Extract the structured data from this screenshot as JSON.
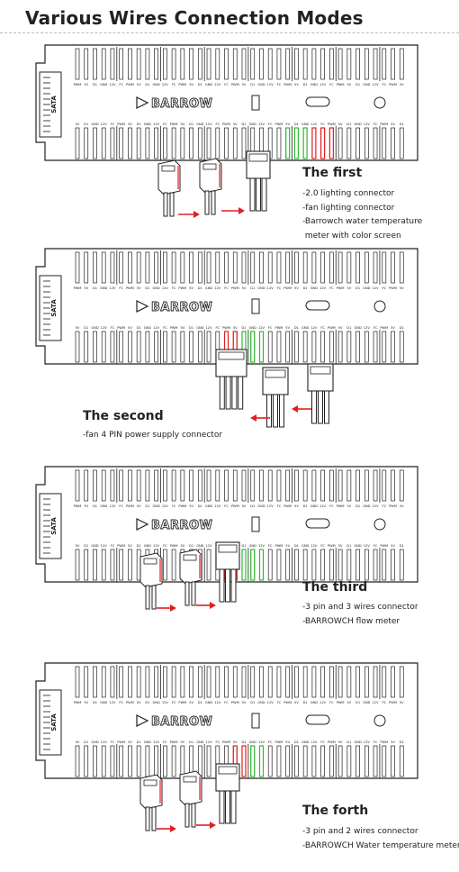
{
  "title": "Various Wires Connection Modes",
  "board": {
    "side_label": "SATA",
    "brand": "BARROW",
    "top_pin_labels": [
      "PWM",
      "5V",
      "D1",
      "GND",
      "12V",
      "FC",
      "PWM",
      "5V",
      "D1",
      "GND",
      "12V",
      "FC",
      "PWM",
      "5V",
      "D1",
      "GND",
      "12V",
      "FC",
      "PWM",
      "5V",
      "D1",
      "GND",
      "12V",
      "FC",
      "PWM",
      "5V",
      "D1",
      "GND",
      "12V",
      "FC",
      "PWM",
      "5V",
      "D1",
      "GND",
      "12V",
      "FC",
      "PWM",
      "5V"
    ],
    "bottom_pin_labels": [
      "5V",
      "D1",
      "GND",
      "12V",
      "FC",
      "PWM",
      "5V",
      "D1",
      "GND",
      "12V",
      "FC",
      "PWM",
      "5V",
      "D1",
      "GND",
      "12V",
      "FC",
      "PWM",
      "5V",
      "D1",
      "GND",
      "12V",
      "FC",
      "PWM",
      "5V",
      "D1",
      "GND",
      "12V",
      "FC",
      "PWM",
      "5V",
      "D1",
      "GND",
      "12V",
      "FC",
      "PWM",
      "5V",
      "D1"
    ]
  },
  "modes": [
    {
      "name": "The first",
      "lines": [
        "-2.0 lighting connector",
        "-fan lighting connector",
        "-Barrowch water temperature",
        " meter with color screen"
      ]
    },
    {
      "name": "The second",
      "lines": [
        "-fan 4 PIN power supply connector"
      ]
    },
    {
      "name": "The third",
      "lines": [
        "-3 pin and 3 wires connector",
        "-BARROWCH flow meter"
      ]
    },
    {
      "name": "The forth",
      "lines": [
        "-3 pin and 2 wires connector",
        "-BARROWCH Water temperature meter"
      ]
    }
  ],
  "colors": {
    "wire_red": "#e02020",
    "wire_green": "#33bb33",
    "arrow": "#e02020"
  }
}
